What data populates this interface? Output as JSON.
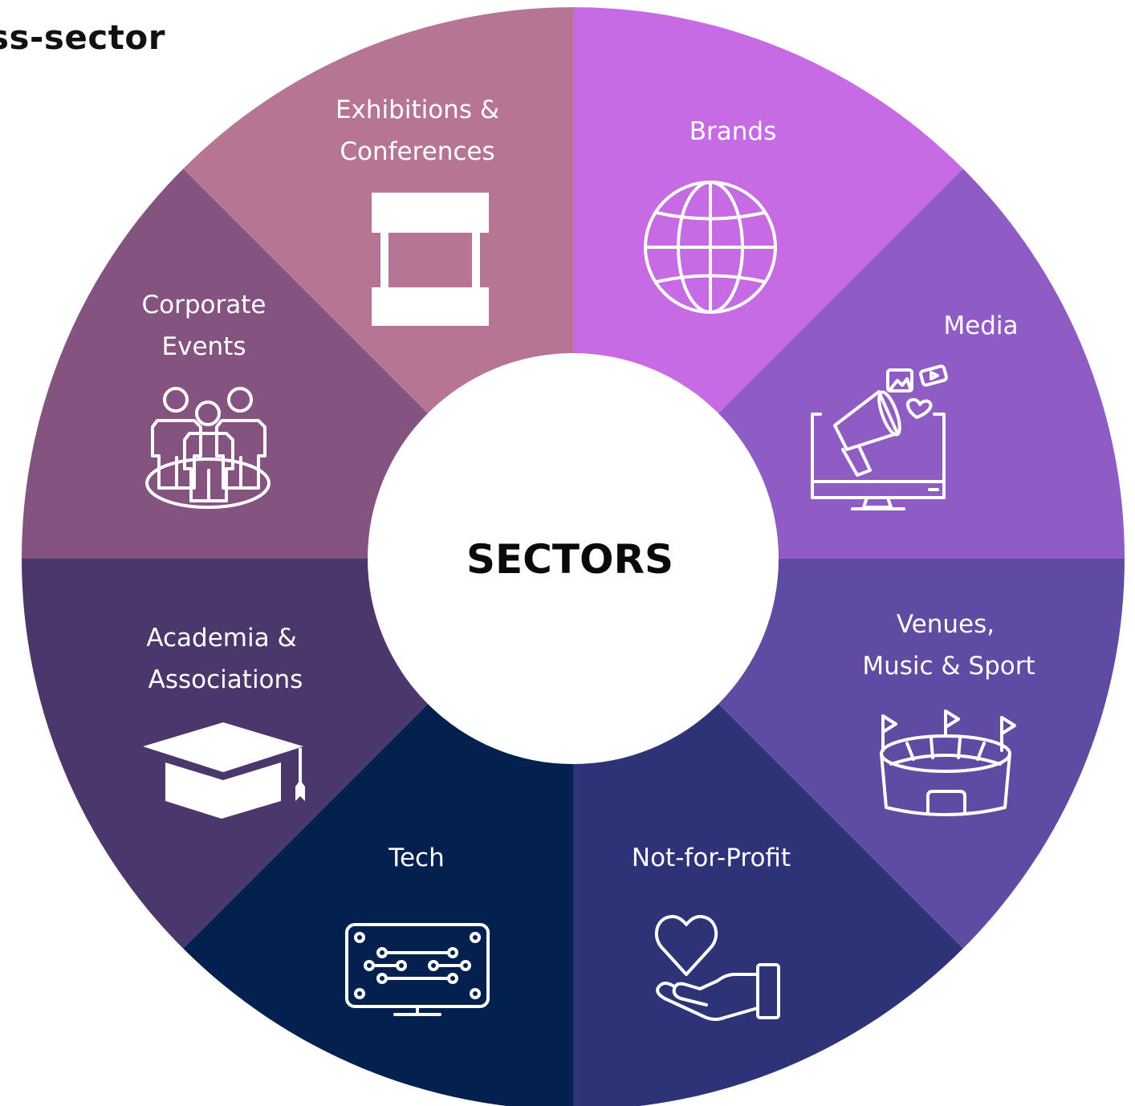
{
  "header": {
    "fragment": "ss-sector"
  },
  "center": {
    "label": "SECTORS"
  },
  "segments": [
    {
      "lines": [
        "Brands"
      ],
      "color": "#c76be4",
      "icon": "globe-icon"
    },
    {
      "lines": [
        "Media"
      ],
      "color": "#8f5bc5",
      "icon": "megaphone-monitor-icon"
    },
    {
      "lines": [
        "Venues,",
        "Music & Sport"
      ],
      "color": "#5f4ba2",
      "icon": "stadium-icon"
    },
    {
      "lines": [
        "Not-for-Profit"
      ],
      "color": "#2e3276",
      "icon": "heart-hand-icon"
    },
    {
      "lines": [
        "Tech"
      ],
      "color": "#03204f",
      "icon": "circuit-monitor-icon"
    },
    {
      "lines": [
        "Academia &",
        "Associations"
      ],
      "color": "#4b376c",
      "icon": "graduation-cap-icon"
    },
    {
      "lines": [
        "Corporate",
        "Events"
      ],
      "color": "#855380",
      "icon": "group-people-icon"
    },
    {
      "lines": [
        "Exhibitions &",
        "Conferences"
      ],
      "color": "#b77594",
      "icon": "exhibition-booth-icon"
    }
  ]
}
